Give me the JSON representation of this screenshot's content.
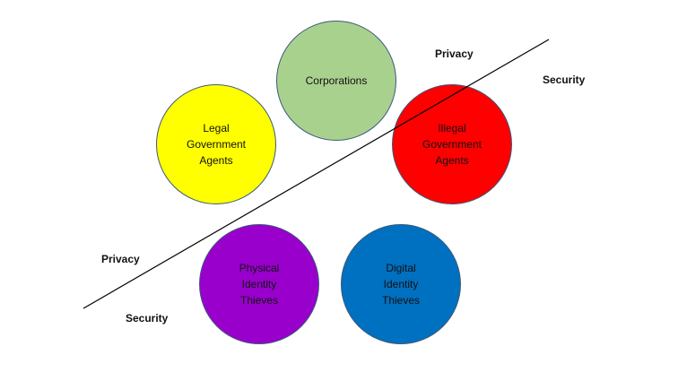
{
  "circles": {
    "corporations": {
      "label": "Corporations",
      "color": "#a9d18e"
    },
    "legal_government_agents": {
      "label": "Legal\nGovernment\nAgents",
      "color": "#ffff00"
    },
    "illegal_government_agents": {
      "label": "Illegal\nGovernment\nAgents",
      "color": "#ff0000"
    },
    "physical_identity_thieves": {
      "label": "Physical\nIdentity\nThieves",
      "color": "#9900cc"
    },
    "digital_identity_thieves": {
      "label": "Digital\nIdentity\nThieves",
      "color": "#0070c0"
    }
  },
  "labels": {
    "privacy_top": "Privacy",
    "security_top": "Security",
    "privacy_bottom": "Privacy",
    "security_bottom": "Security"
  }
}
